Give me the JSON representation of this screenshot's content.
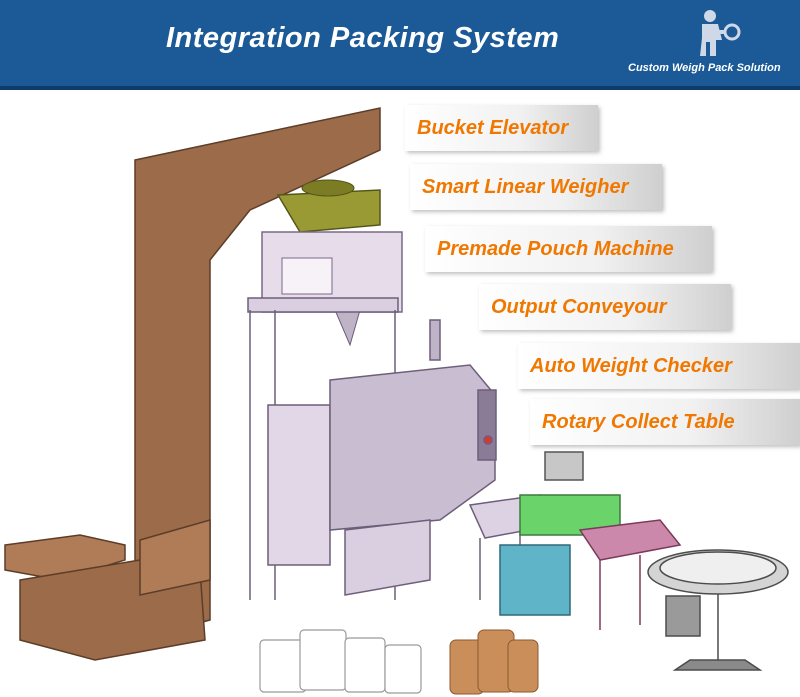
{
  "banner": {
    "title": "Integration Packing System",
    "brand": "Custom Weigh Pack Solution",
    "logo_icon": "worker-with-key-logo-icon"
  },
  "labels": [
    {
      "text": "Bucket Elevator"
    },
    {
      "text": "Smart Linear Weigher"
    },
    {
      "text": "Premade Pouch Machine"
    },
    {
      "text": "Output Conveyour"
    },
    {
      "text": "Auto Weight Checker"
    },
    {
      "text": "Rotary Collect Table"
    }
  ],
  "colors": {
    "banner": "#1b5a96",
    "label_text": "#f07800",
    "elevator": "#9b6b4a",
    "frame": "#c9bdd2",
    "hopper": "#8a8a2a",
    "checker": "#6ad36a"
  }
}
